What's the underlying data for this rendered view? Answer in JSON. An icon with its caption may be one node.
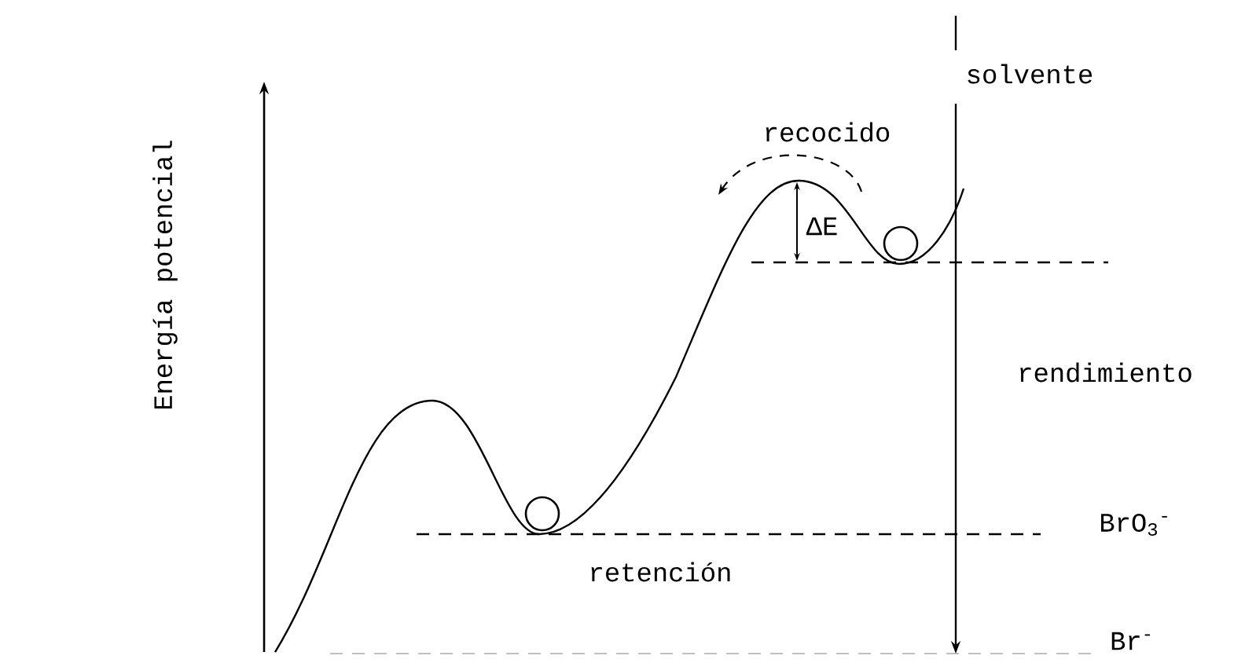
{
  "diagram": {
    "labels": [
      "Energía potencial",
      "solvente",
      "recocido",
      "ΔE",
      "rendimiento",
      "BrO$_{3}$$^{-}$",
      "retención",
      "Br$^{-}$"
    ]
  }
}
